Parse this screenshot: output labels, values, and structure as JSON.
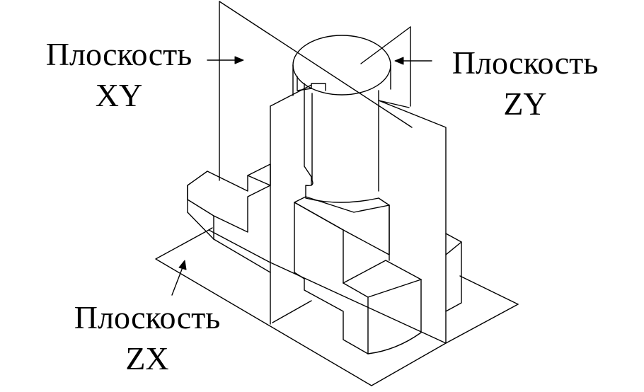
{
  "labels": {
    "xy": {
      "line1": "Плоскость",
      "line2": "XY"
    },
    "zy": {
      "line1": "Плоскость",
      "line2": "ZY"
    },
    "zx": {
      "line1": "Плоскость",
      "line2": "ZX"
    }
  },
  "colors": {
    "line": "#000000",
    "background": "#ffffff"
  }
}
